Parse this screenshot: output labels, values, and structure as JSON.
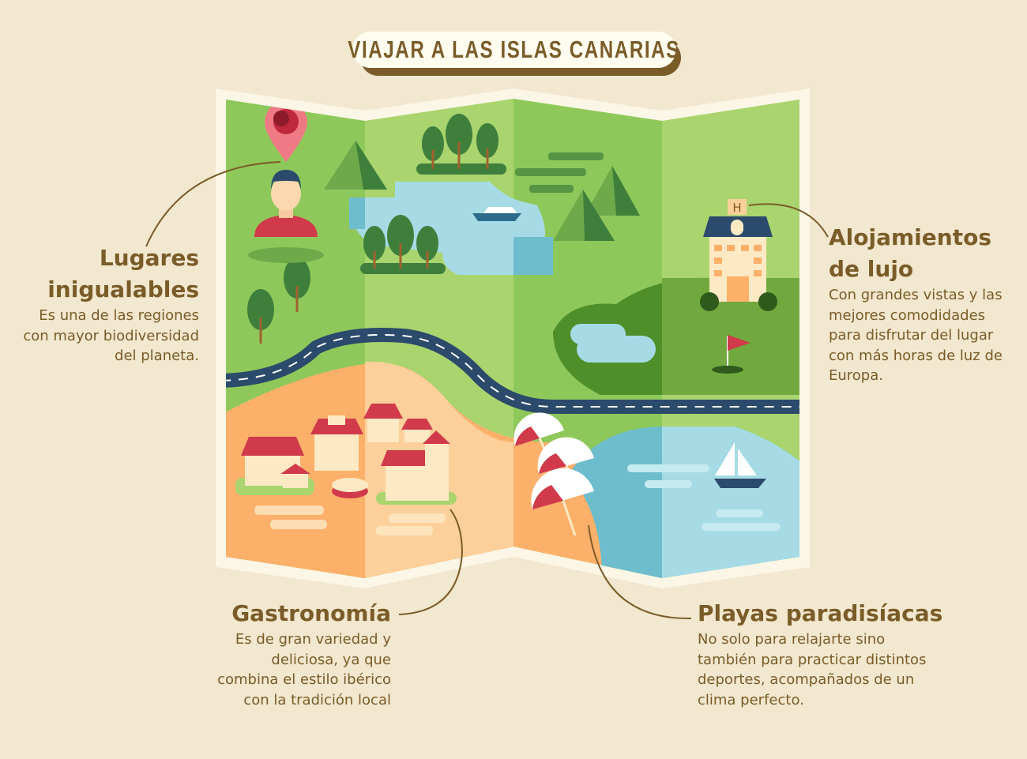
{
  "title": "VIAJAR A LAS ISLAS CANARIAS",
  "sections": {
    "lugares": {
      "heading_1": "Lugares",
      "heading_2": "inigualables",
      "text": [
        "Es una de las regiones",
        "con mayor biodiversidad",
        "del planeta."
      ]
    },
    "alojamientos": {
      "heading_1": "Alojamientos",
      "heading_2": "de lujo",
      "text": [
        "Con grandes vistas y las",
        "mejores comodidades",
        "para disfrutar del lugar",
        "con más horas de luz de",
        "Europa."
      ]
    },
    "gastronomia": {
      "heading": "Gastronomía",
      "text": [
        "Es de gran variedad y",
        "deliciosa, ya que",
        "combina el estilo ibérico",
        "con la tradición local"
      ]
    },
    "playas": {
      "heading": "Playas paradisíacas",
      "text": [
        "No solo para relajarte sino",
        "también para practicar distintos",
        "deportes, acompañados de un",
        "clima perfecto."
      ]
    }
  },
  "map": {
    "hotel_sign": "H"
  },
  "colors": {
    "background": "#f2e7cf",
    "text": "#7a5c28",
    "green": "#8fc85a",
    "green_light": "#a9d46e",
    "orange": "#fdb06a",
    "sea": "#6dbdcc",
    "road": "#2c4a6b"
  }
}
